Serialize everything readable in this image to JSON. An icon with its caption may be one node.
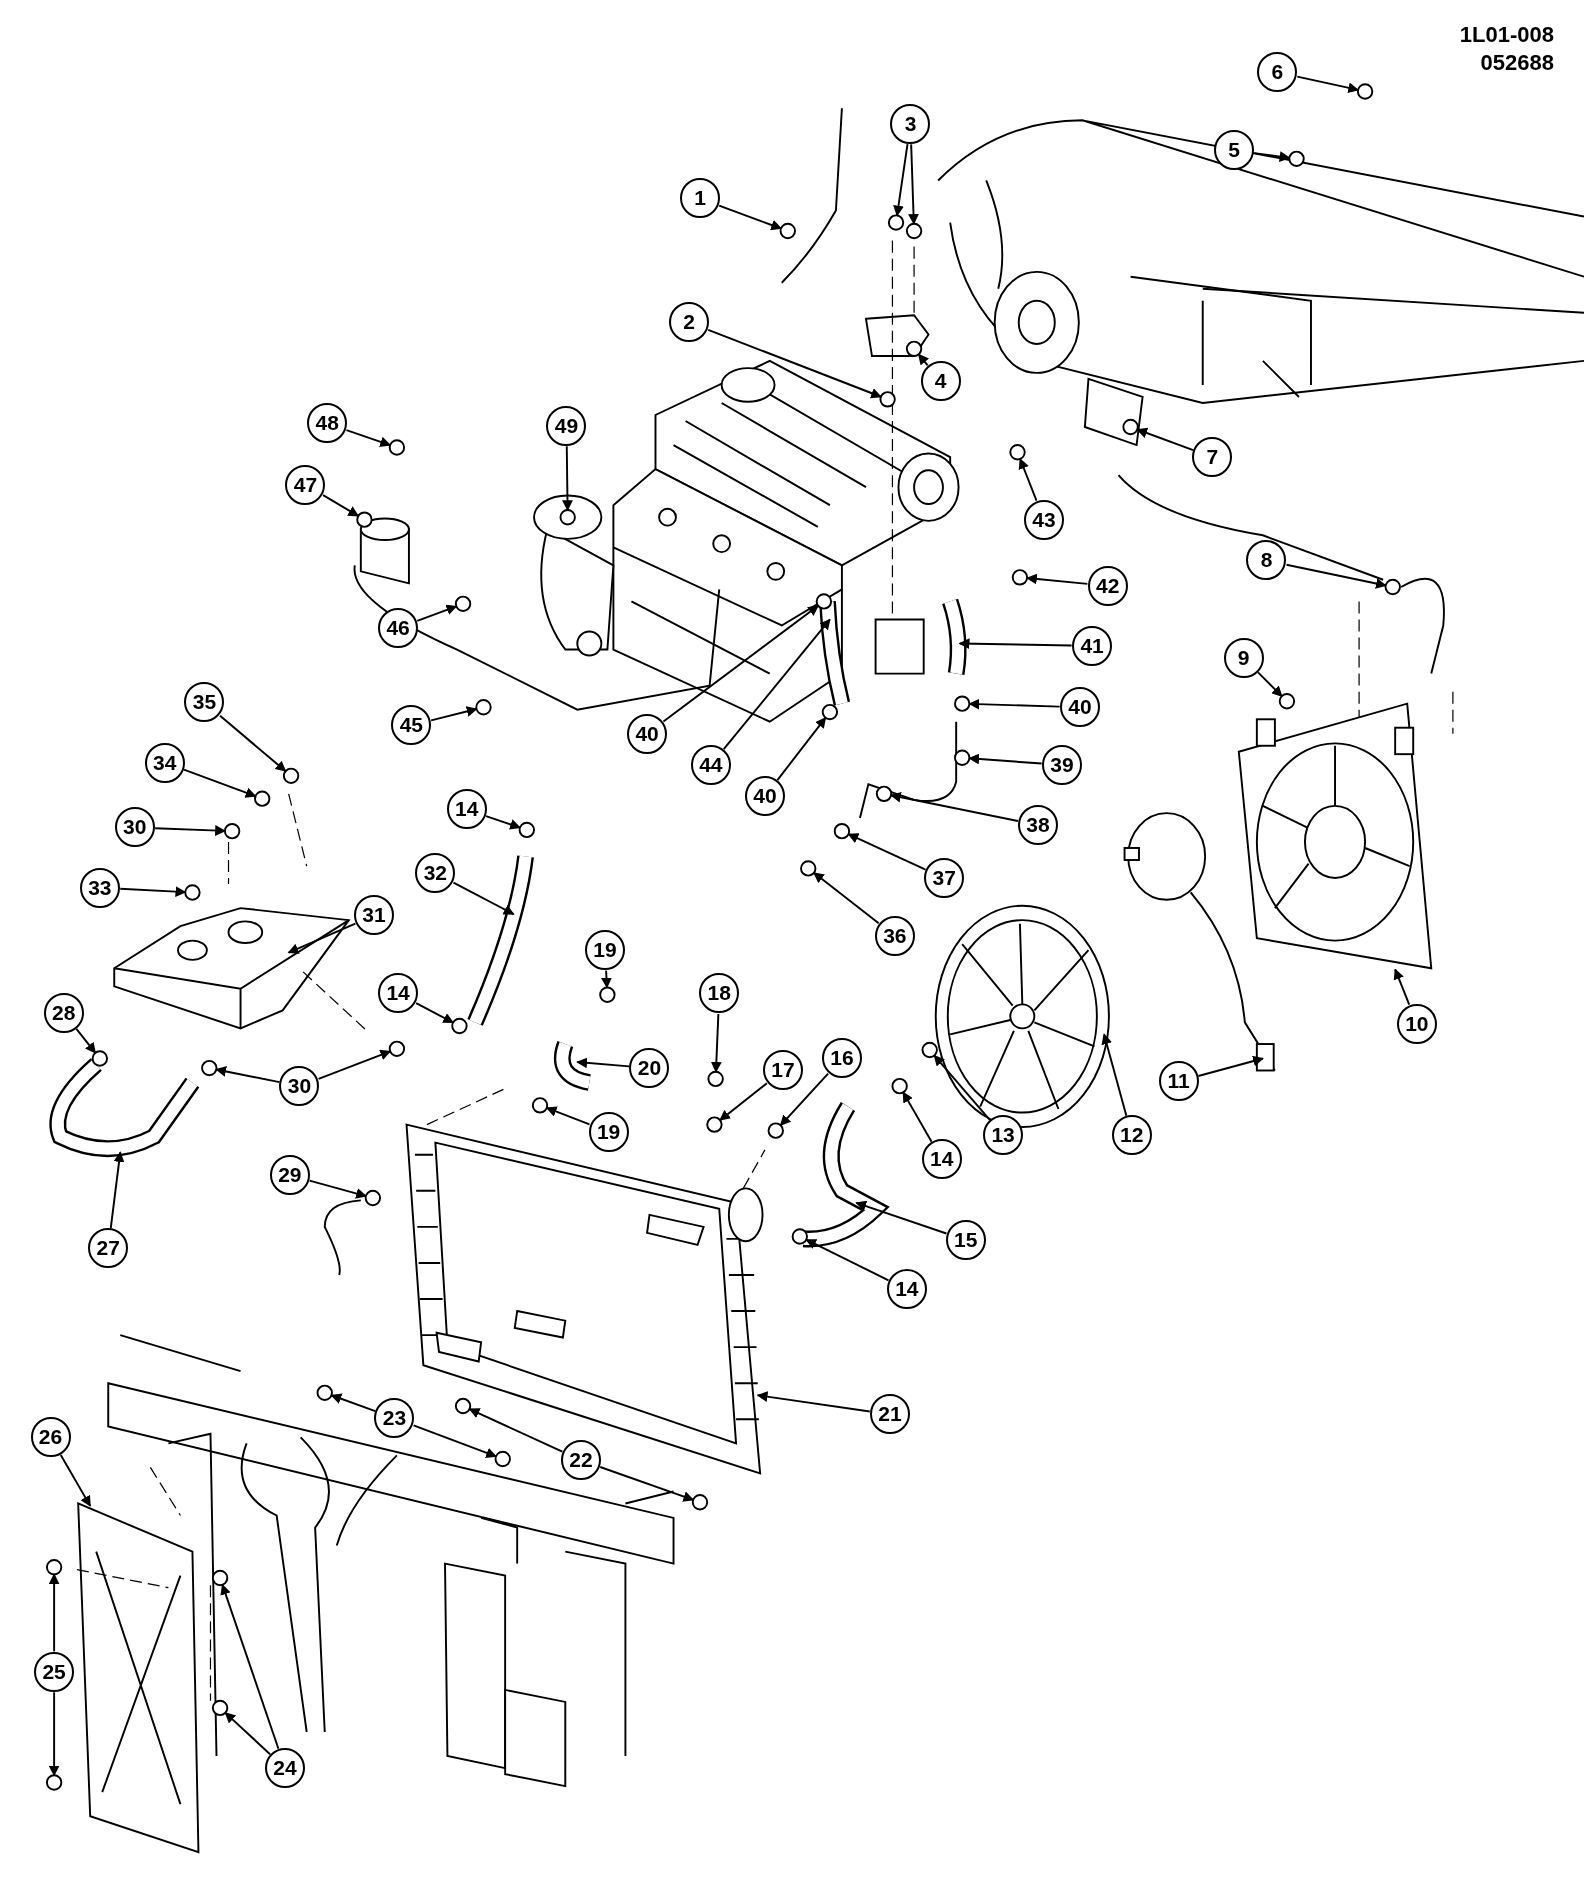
{
  "diagram": {
    "nodes": [
      {
        "text": [
          "6"
        ]
      },
      {
        "text": [
          "3"
        ]
      },
      {
        "text": [
          "5"
        ]
      },
      {
        "text": [
          "1"
        ]
      },
      {
        "text": [
          "2"
        ]
      },
      {
        "text": [
          "4"
        ]
      },
      {
        "text": [
          "48"
        ]
      },
      {
        "text": [
          "49"
        ]
      },
      {
        "text": [
          "7"
        ]
      },
      {
        "text": [
          "47"
        ]
      },
      {
        "text": [
          "43"
        ]
      },
      {
        "text": [
          "8"
        ]
      },
      {
        "text": [
          "42"
        ]
      },
      {
        "text": [
          "46"
        ]
      },
      {
        "text": [
          "41"
        ]
      },
      {
        "text": [
          "9"
        ]
      },
      {
        "text": [
          "35"
        ]
      },
      {
        "text": [
          "40"
        ]
      },
      {
        "text": [
          "45"
        ]
      },
      {
        "text": [
          "40"
        ]
      },
      {
        "text": [
          "34"
        ]
      },
      {
        "text": [
          "44"
        ]
      },
      {
        "text": [
          "39"
        ]
      },
      {
        "text": [
          "40"
        ]
      },
      {
        "text": [
          "14"
        ]
      },
      {
        "text": [
          "38"
        ]
      },
      {
        "text": [
          "30"
        ]
      },
      {
        "text": [
          "32"
        ]
      },
      {
        "text": [
          "37"
        ]
      },
      {
        "text": [
          "33"
        ]
      },
      {
        "text": [
          "31"
        ]
      },
      {
        "text": [
          "36"
        ]
      },
      {
        "text": [
          "19"
        ]
      },
      {
        "text": [
          "14"
        ]
      },
      {
        "text": [
          "18"
        ]
      },
      {
        "text": [
          "28"
        ]
      },
      {
        "text": [
          "10"
        ]
      },
      {
        "text": [
          "20"
        ]
      },
      {
        "text": [
          "16"
        ]
      },
      {
        "text": [
          "17"
        ]
      },
      {
        "text": [
          "11"
        ]
      },
      {
        "text": [
          "30"
        ]
      },
      {
        "text": [
          "19"
        ]
      },
      {
        "text": [
          "13"
        ]
      },
      {
        "text": [
          "12"
        ]
      },
      {
        "text": [
          "14"
        ]
      },
      {
        "text": [
          "29"
        ]
      },
      {
        "text": [
          "15"
        ]
      },
      {
        "text": [
          "27"
        ]
      },
      {
        "text": [
          "14"
        ]
      },
      {
        "text": [
          "21"
        ]
      },
      {
        "text": [
          "23"
        ]
      },
      {
        "text": [
          "26"
        ]
      },
      {
        "text": [
          "22"
        ]
      },
      {
        "text": [
          "25"
        ]
      },
      {
        "text": [
          "24"
        ]
      },
      {
        "text": [],
        "shape": "circle"
      },
      {
        "text": [],
        "shape": "circle"
      },
      {
        "text": [],
        "shape": "circle"
      },
      {
        "text": [],
        "shape": "circle"
      },
      {
        "text": [],
        "shape": "circle"
      },
      {
        "text": [],
        "shape": "circle"
      },
      {
        "text": [],
        "shape": "circle"
      },
      {
        "text": [],
        "shape": "circle"
      },
      {
        "text": [],
        "shape": "circle"
      },
      {
        "text": [],
        "shape": "circle"
      },
      {
        "text": [],
        "shape": "circle"
      },
      {
        "text": [],
        "shape": "circle"
      },
      {
        "text": [],
        "shape": "circle"
      },
      {
        "text": [],
        "shape": "circle"
      },
      {
        "text": [],
        "shape": "circle"
      },
      {
        "text": [],
        "shape": "picture"
      },
      {
        "text": [],
        "shape": "circle"
      },
      {
        "text": [],
        "shape": "circle"
      },
      {
        "text": [],
        "shape": "circle"
      },
      {
        "text": [],
        "shape": "circle"
      },
      {
        "text": [],
        "shape": "circle"
      },
      {
        "text": [],
        "shape": "circle"
      },
      {
        "text": [],
        "shape": "picture"
      },
      {
        "text": [],
        "shape": "circle"
      },
      {
        "text": [],
        "shape": "circle"
      },
      {
        "text": [],
        "shape": "circle"
      },
      {
        "text": [],
        "shape": "circle"
      },
      {
        "text": [],
        "shape": "circle"
      },
      {
        "text": [],
        "shape": "picture"
      },
      {
        "text": [],
        "shape": "circle"
      },
      {
        "text": [],
        "shape": "circle"
      },
      {
        "text": [],
        "shape": "picture"
      },
      {
        "text": [],
        "shape": "circle"
      },
      {
        "text": [],
        "shape": "circle"
      },
      {
        "text": [],
        "shape": "circle"
      },
      {
        "text": [],
        "shape": "circle"
      },
      {
        "text": [],
        "shape": "circle"
      },
      {
        "text": [],
        "shape": "picture"
      },
      {
        "text": [],
        "shape": "picture"
      },
      {
        "text": [],
        "shape": "circle"
      },
      {
        "text": [],
        "shape": "circle"
      },
      {
        "text": [],
        "shape": "picture"
      },
      {
        "text": [],
        "shape": "circle"
      },
      {
        "text": [],
        "shape": "circle"
      },
      {
        "text": [],
        "shape": "circle"
      },
      {
        "text": [],
        "shape": "circle"
      },
      {
        "text": [],
        "shape": "picture"
      },
      {
        "text": [],
        "shape": "circle"
      },
      {
        "text": [],
        "shape": "circle"
      },
      {
        "text": [],
        "shape": "picture"
      },
      {
        "text": [],
        "shape": "picture"
      },
      {
        "text": [],
        "shape": "circle"
      },
      {
        "text": [],
        "shape": "picture"
      },
      {
        "text": [],
        "shape": "circle"
      },
      {
        "text": [],
        "shape": "circle"
      },
      {
        "text": [],
        "shape": "picture"
      },
      {
        "text": [],
        "shape": "circle"
      },
      {
        "text": [],
        "shape": "circle"
      },
      {
        "text": [],
        "shape": "circle"
      },
      {
        "text": [],
        "shape": "circle"
      },
      {
        "text": [],
        "shape": "circle"
      },
      {
        "text": [],
        "shape": "circle"
      }
    ],
    "edges": [
      {
        "from": 0,
        "to": 56,
        "arrow": "to"
      },
      {
        "from": 1,
        "to": 57,
        "arrow": "to"
      },
      {
        "from": 1,
        "to": 58,
        "arrow": "to"
      },
      {
        "from": 2,
        "to": 59,
        "arrow": "to"
      },
      {
        "from": 3,
        "to": 60,
        "arrow": "to"
      },
      {
        "from": 4,
        "to": 61,
        "arrow": "to"
      },
      {
        "from": 5,
        "to": 62,
        "arrow": "to"
      },
      {
        "from": 6,
        "to": 63,
        "arrow": "to"
      },
      {
        "from": 7,
        "to": 64,
        "arrow": "to"
      },
      {
        "from": 8,
        "to": 65,
        "arrow": "to"
      },
      {
        "from": 9,
        "to": 66,
        "arrow": "to"
      },
      {
        "from": 10,
        "to": 67,
        "arrow": "to"
      },
      {
        "from": 11,
        "to": 68,
        "arrow": "to"
      },
      {
        "from": 12,
        "to": 69,
        "arrow": "to"
      },
      {
        "from": 13,
        "to": 70,
        "arrow": "to"
      },
      {
        "from": 14,
        "to": 71,
        "arrow": "to"
      },
      {
        "from": 15,
        "to": 72,
        "arrow": "to"
      },
      {
        "from": 16,
        "to": 73,
        "arrow": "to"
      },
      {
        "from": 17,
        "to": 74,
        "arrow": "to"
      },
      {
        "from": 18,
        "to": 75,
        "arrow": "to"
      },
      {
        "from": 19,
        "to": 76,
        "arrow": "to"
      },
      {
        "from": 20,
        "to": 77,
        "arrow": "to"
      },
      {
        "from": 21,
        "to": 78,
        "arrow": "to"
      },
      {
        "from": 22,
        "to": 79,
        "arrow": "to"
      },
      {
        "from": 23,
        "to": 80,
        "arrow": "to"
      },
      {
        "from": 24,
        "to": 81,
        "arrow": "to"
      },
      {
        "from": 25,
        "to": 82,
        "arrow": "to"
      },
      {
        "from": 26,
        "to": 83,
        "arrow": "to"
      },
      {
        "from": 27,
        "to": 84,
        "arrow": "to"
      },
      {
        "from": 28,
        "to": 85,
        "arrow": "to"
      },
      {
        "from": 29,
        "to": 86,
        "arrow": "to"
      },
      {
        "from": 30,
        "to": 87,
        "arrow": "to"
      },
      {
        "from": 31,
        "to": 88,
        "arrow": "to"
      },
      {
        "from": 32,
        "to": 89,
        "arrow": "to"
      },
      {
        "from": 33,
        "to": 90,
        "arrow": "to"
      },
      {
        "from": 34,
        "to": 91,
        "arrow": "to"
      },
      {
        "from": 35,
        "to": 92,
        "arrow": "to"
      },
      {
        "from": 36,
        "to": 93,
        "arrow": "to"
      },
      {
        "from": 37,
        "to": 94,
        "arrow": "to"
      },
      {
        "from": 38,
        "to": 95,
        "arrow": "to"
      },
      {
        "from": 39,
        "to": 96,
        "arrow": "to"
      },
      {
        "from": 40,
        "to": 97,
        "arrow": "to"
      },
      {
        "from": 41,
        "to": 98,
        "arrow": "to"
      },
      {
        "from": 41,
        "to": 99,
        "arrow": "to"
      },
      {
        "from": 42,
        "to": 100,
        "arrow": "to"
      },
      {
        "from": 43,
        "to": 101,
        "arrow": "to"
      },
      {
        "from": 44,
        "to": 102,
        "arrow": "to"
      },
      {
        "from": 45,
        "to": 103,
        "arrow": "to"
      },
      {
        "from": 46,
        "to": 104,
        "arrow": "to"
      },
      {
        "from": 47,
        "to": 105,
        "arrow": "to"
      },
      {
        "from": 48,
        "to": 106,
        "arrow": "to"
      },
      {
        "from": 49,
        "to": 107,
        "arrow": "to"
      },
      {
        "from": 50,
        "to": 108,
        "arrow": "to"
      },
      {
        "from": 51,
        "to": 109,
        "arrow": "to"
      },
      {
        "from": 51,
        "to": 110,
        "arrow": "to"
      },
      {
        "from": 52,
        "to": 111,
        "arrow": "to"
      },
      {
        "from": 53,
        "to": 112,
        "arrow": "to"
      },
      {
        "from": 53,
        "to": 113,
        "arrow": "to"
      },
      {
        "from": 54,
        "to": 114,
        "arrow": "to"
      },
      {
        "from": 54,
        "to": 115,
        "arrow": "to"
      },
      {
        "from": 55,
        "to": 116,
        "arrow": "to"
      },
      {
        "from": 55,
        "to": 117,
        "arrow": "to"
      }
    ],
    "labels": [
      "1L01-008",
      "052688"
    ]
  }
}
